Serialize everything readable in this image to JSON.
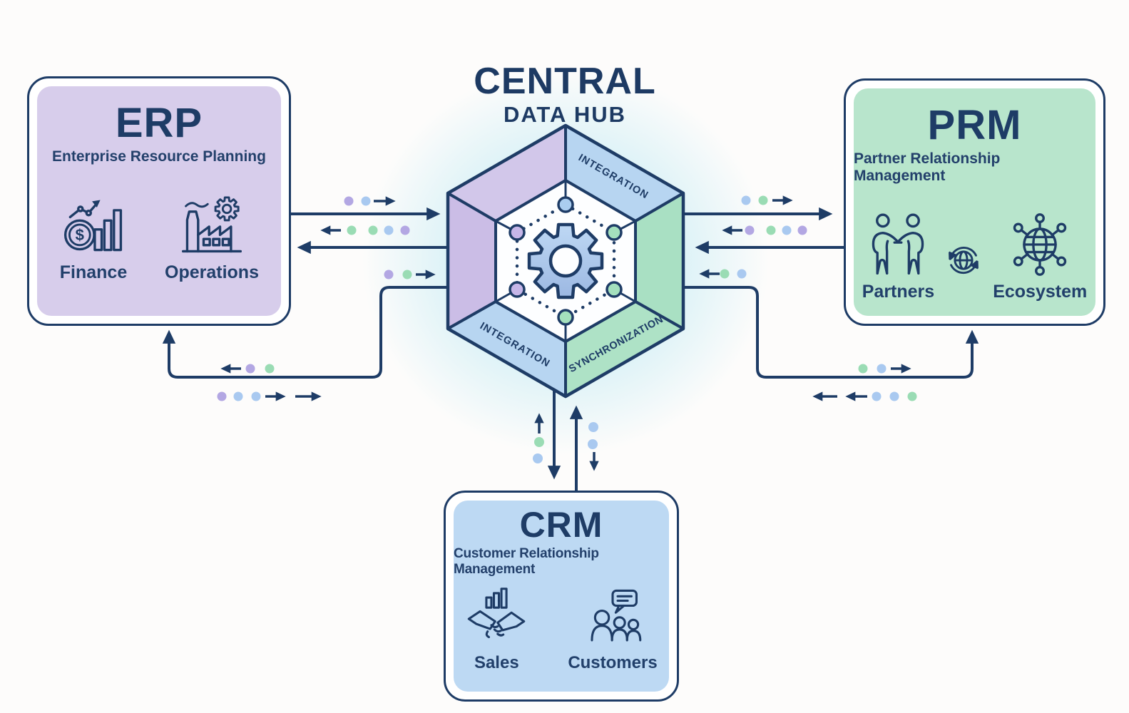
{
  "title": {
    "line1": "CENTRAL",
    "line2": "DATA HUB"
  },
  "hub": {
    "label_top_right": "INTEGRATION",
    "label_bottom_left": "INTEGRATION",
    "label_bottom_right": "SYNCHRONIZATION",
    "center_icon": "gear-icon"
  },
  "cards": {
    "erp": {
      "acronym": "ERP",
      "full_name": "Enterprise Resource Planning",
      "currency_symbol": "$",
      "features": [
        {
          "label": "Finance",
          "icon": "finance-icon"
        },
        {
          "label": "Operations",
          "icon": "operations-icon"
        }
      ]
    },
    "prm": {
      "acronym": "PRM",
      "full_name": "Partner Relationship Management",
      "center_icon": "sync-icon",
      "features": [
        {
          "label": "Partners",
          "icon": "partners-icon"
        },
        {
          "label": "Ecosystem",
          "icon": "ecosystem-icon"
        }
      ]
    },
    "crm": {
      "acronym": "CRM",
      "full_name": "Customer Relationship Management",
      "features": [
        {
          "label": "Sales",
          "icon": "sales-icon"
        },
        {
          "label": "Customers",
          "icon": "customers-icon"
        }
      ]
    }
  },
  "colors": {
    "navy": "#1e3c66",
    "erp_bg": "#d7cdeb",
    "prm_bg": "#b8e5cc",
    "crm_bg": "#bdd9f3",
    "hub_face_purple": "#cbbde6",
    "hub_face_purple_light": "#d2c7ea",
    "hub_face_blue": "#b7d5f1",
    "hub_face_green": "#a9e0c3",
    "dot_purple": "#b3a7e3",
    "dot_blue": "#a9c9f0",
    "dot_green": "#9adcb4",
    "gear_fill": "#aac6ea",
    "hub_glow": "#d5f0f6"
  }
}
